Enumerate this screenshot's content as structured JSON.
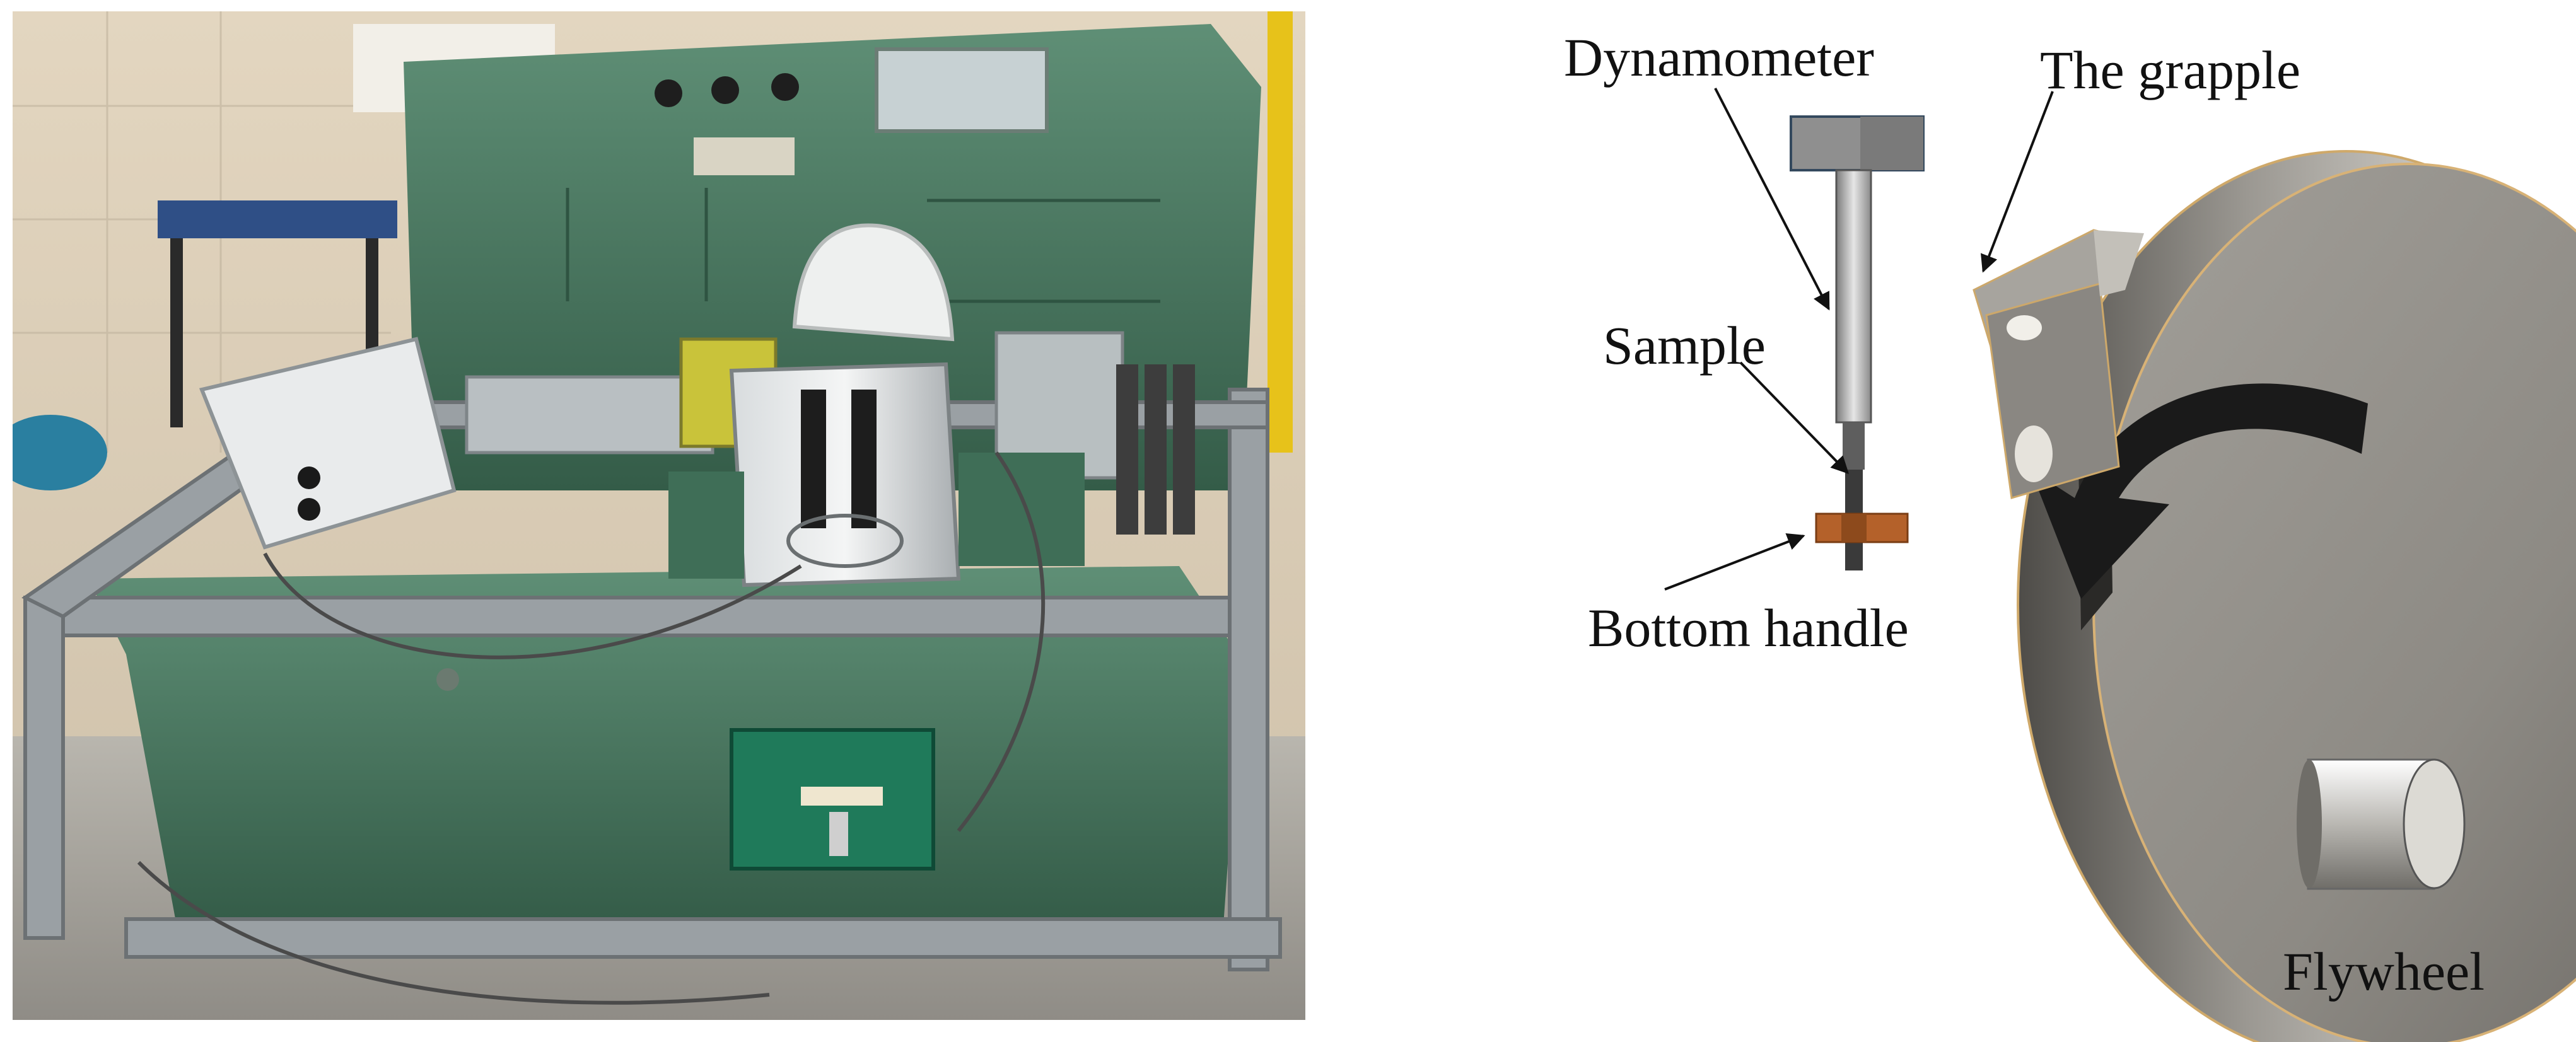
{
  "figure": {
    "left_panel": {
      "content": "test machine photo"
    },
    "right_panel": {
      "labels": {
        "dynamometer": "Dynamometer",
        "grapple": "The grapple",
        "sample": "Sample",
        "bottom_handle": "Bottom handle",
        "flywheel": "Flywheel"
      }
    }
  },
  "colors": {
    "machine_green": "#3f6e57",
    "frame_grey": "#9aa0a4",
    "flywheel_grey": "#8f8c86",
    "bottom_handle_orange": "#b4612a"
  }
}
